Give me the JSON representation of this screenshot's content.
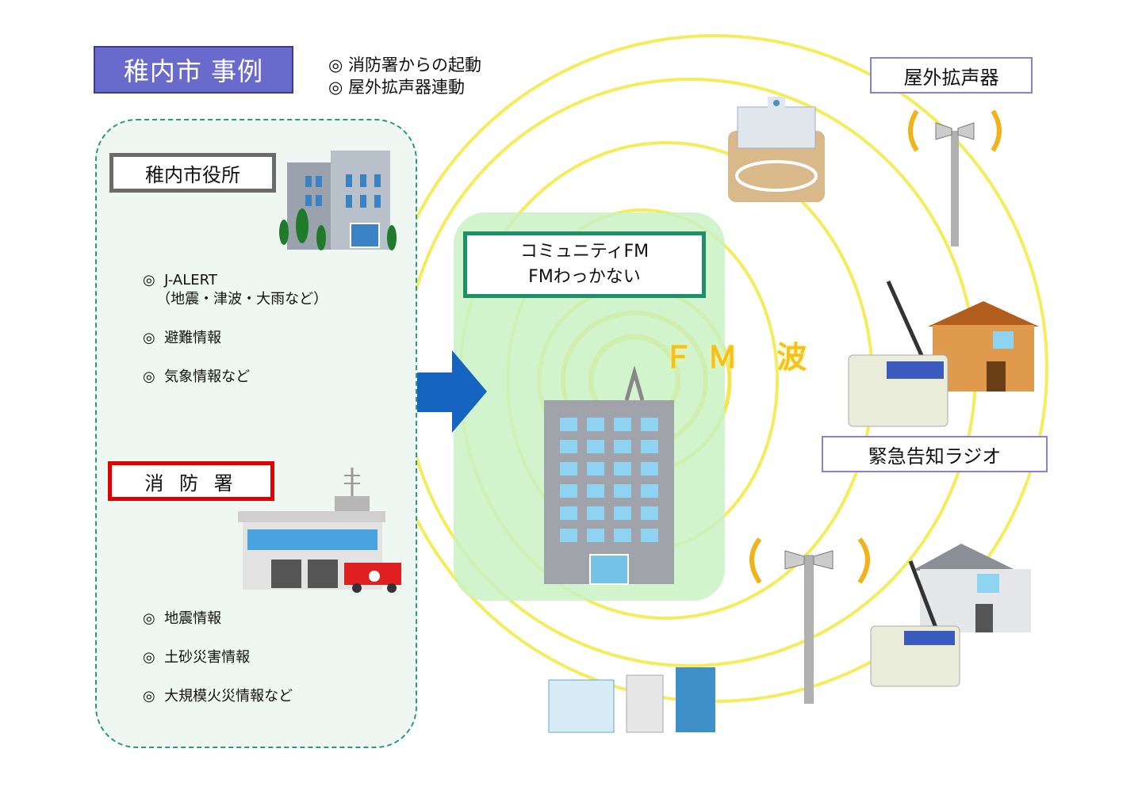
{
  "title": "稚内市 事例",
  "subtitle_lines": [
    "◎ 消防署からの起動",
    "◎ 屋外拡声器連動"
  ],
  "city_hall": {
    "label": "稚内市役所",
    "items": [
      "◎  J-ALERT\n   （地震・津波・大雨など）",
      "◎  避難情報",
      "◎  気象情報など"
    ]
  },
  "fire_station": {
    "label": "消 防 署",
    "items": [
      "◎  地震情報",
      "◎  土砂災害情報",
      "◎  大規模火災情報など"
    ]
  },
  "community_fm": {
    "line1": "コミュニティFM",
    "line2": "FMわっかない"
  },
  "fm_wave_label": "ＦＭ 波",
  "outdoor_speaker_label": "屋外拡声器",
  "radio_label": "緊急告知ラジオ",
  "colors": {
    "title_bg": "#6a6acc",
    "panel_border": "#2a9a7a",
    "fire_border": "#e00000",
    "fm_border": "#1f8f6a",
    "wave": "#f5ea4a",
    "arrow": "#1565c0"
  }
}
